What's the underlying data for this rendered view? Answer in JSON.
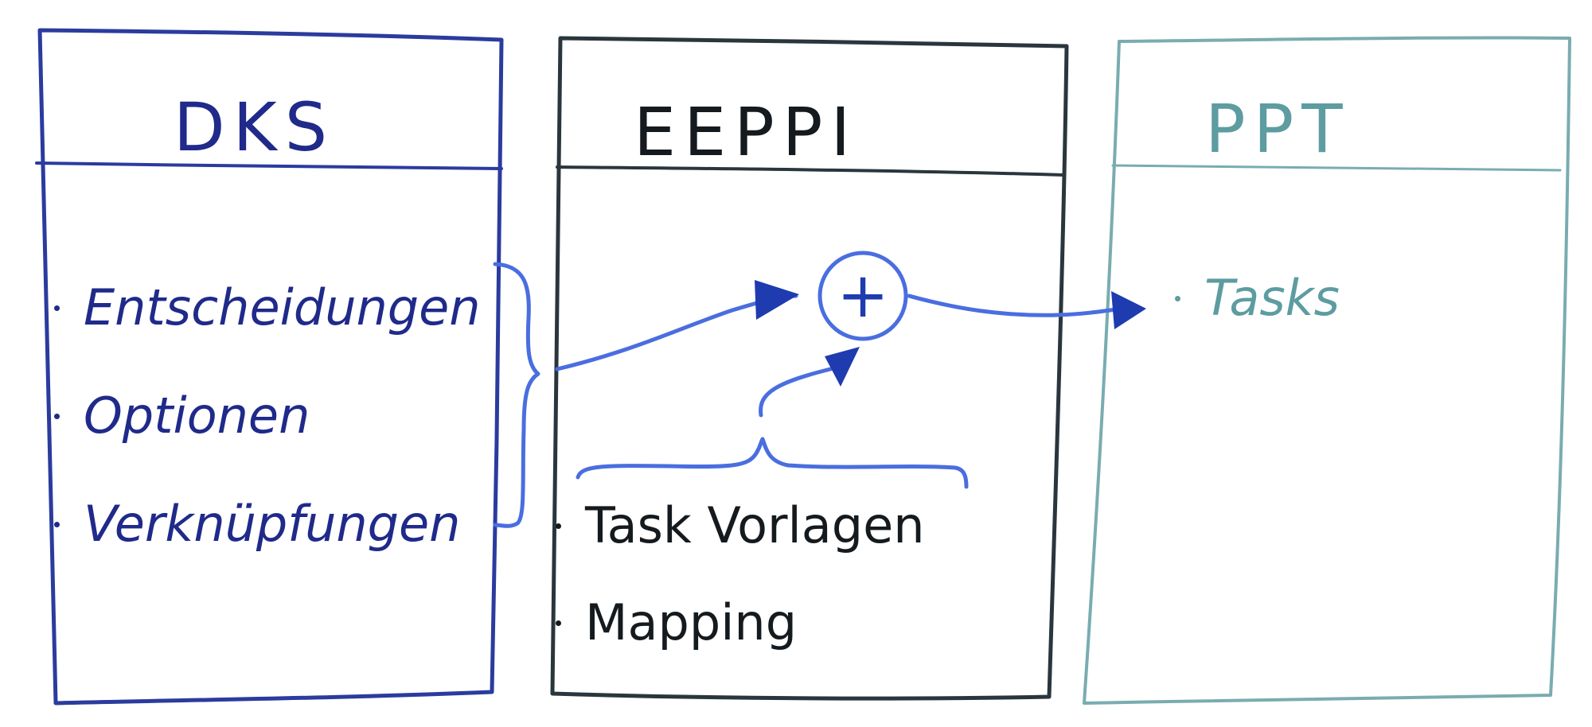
{
  "colors": {
    "dks": "#2b3b9e",
    "dks_text": "#1f2a8a",
    "eeppi": "#2a363d",
    "eeppi_text": "#141a1e",
    "ppt": "#79acb0",
    "ppt_text": "#5d9ca1",
    "connector": "#4a6ee0",
    "arrowhead": "#1e3bb0"
  },
  "columns": {
    "dks": {
      "title": "DKS",
      "items": [
        "Entscheidungen",
        "Optionen",
        "Verknüpfungen"
      ]
    },
    "eeppi": {
      "title": "EEPPI",
      "combine_symbol": "+",
      "items": [
        "Task Vorlagen",
        "Mapping"
      ]
    },
    "ppt": {
      "title": "PPT",
      "items": [
        "Tasks"
      ]
    }
  }
}
